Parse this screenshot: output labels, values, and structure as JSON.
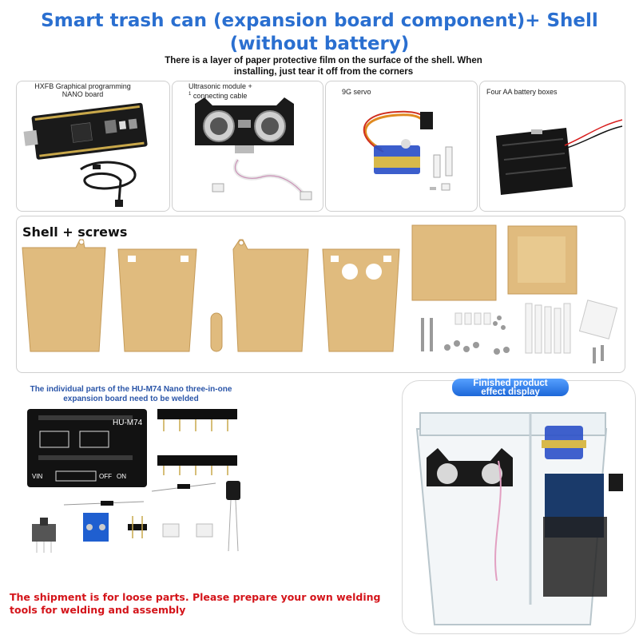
{
  "header": {
    "title_line1": "Smart trash can (expansion board component)+ Shell",
    "title_line2": "(without battery)",
    "note_line1": "There is a layer of paper protective film on the surface of the shell. When",
    "note_line2": "installing, just tear it off from the corners"
  },
  "components": {
    "nano_board": "HXFB Graphical programming NANO board",
    "ultrasonic_line1": "Ultrasonic module +",
    "ultrasonic_line2": "connecting cable",
    "ultrasonic_marker": "1",
    "servo": "9G servo",
    "battery_box": "Four AA battery boxes"
  },
  "shell": {
    "title": "Shell + screws"
  },
  "expansion": {
    "weld_note": "The individual parts of the HU-M74 Nano three-in-one expansion board need to be welded",
    "board_label": "HU-M74",
    "vin_label": "VIN",
    "off_label": "OFF",
    "on_label": "ON"
  },
  "finished": {
    "badge_line1": "Finished product",
    "badge_line2": "effect display"
  },
  "footer": {
    "shipment_note": "The shipment is for loose parts. Please prepare your own welding tools for welding and assembly"
  },
  "colors": {
    "title_blue": "#2a6fd0",
    "warning_red": "#d4141a",
    "acrylic_tan": "#e0bb7e",
    "board_black": "#1a1a1a",
    "servo_blue": "#2b50c8",
    "terminal_blue": "#1f5fd0"
  }
}
